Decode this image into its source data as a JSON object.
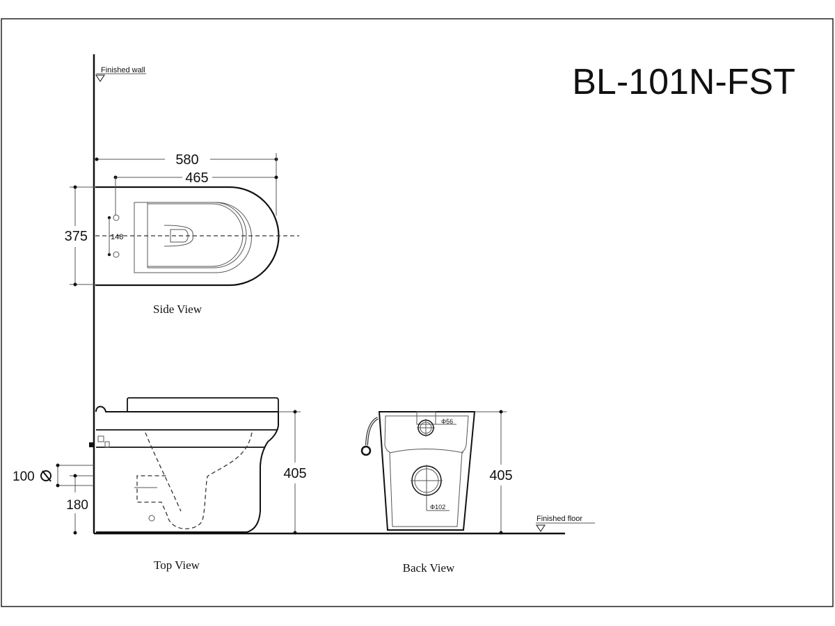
{
  "title": "BL-101N-FST",
  "labels": {
    "finished_wall": "Finished wall",
    "finished_floor": "Finished floor",
    "side_view": "Side View",
    "top_view": "Top View",
    "back_view": "Back View"
  },
  "dimensions": {
    "overall_length": "580",
    "bowl_length": "465",
    "width": "375",
    "bolt_spacing": "148",
    "height_top_view": "405",
    "height_back_view": "405",
    "outlet_diameter_side": "100",
    "outlet_height": "180",
    "inlet_diameter": "Φ56",
    "outlet_diameter_back": "Φ102"
  }
}
